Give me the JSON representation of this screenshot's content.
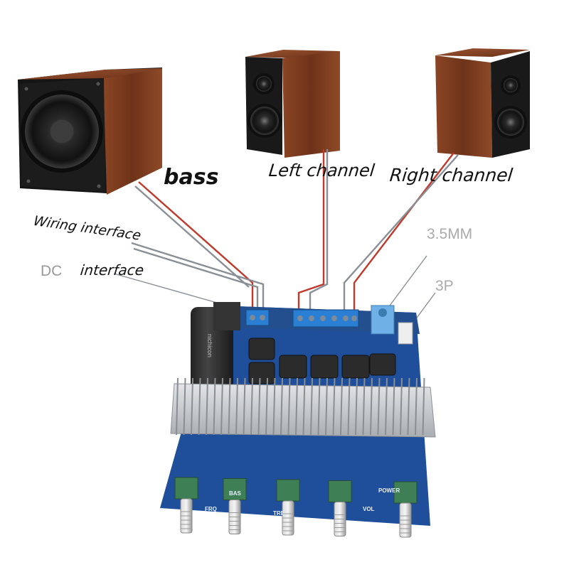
{
  "labels": {
    "bass": "bass",
    "left_channel": "Left channel",
    "right_channel": "Right channel",
    "wiring_interface": "Wiring interface",
    "dc": "DC",
    "dc_interface": "interface",
    "jack_35mm": "3.5MM",
    "three_p": "3P"
  },
  "board_silkscreen": {
    "frq": "FRQ",
    "bas": "BAS",
    "tre": "TRE",
    "vol": "VOL",
    "power": "POWER"
  },
  "knobs": [
    "FRQ",
    "BAS",
    "TRE",
    "TRE",
    "VOL"
  ],
  "colors": {
    "wood": "#7a3a1e",
    "wood_dark": "#4e2210",
    "speaker_front": "#1a1a1a",
    "pcb": "#1f4f9a",
    "heatsink": "#c9ccd0",
    "terminal": "#2a7fd4",
    "wire_red": "#c0392b",
    "wire_gray": "#8a8f96",
    "pot_green": "#3f7f55"
  }
}
